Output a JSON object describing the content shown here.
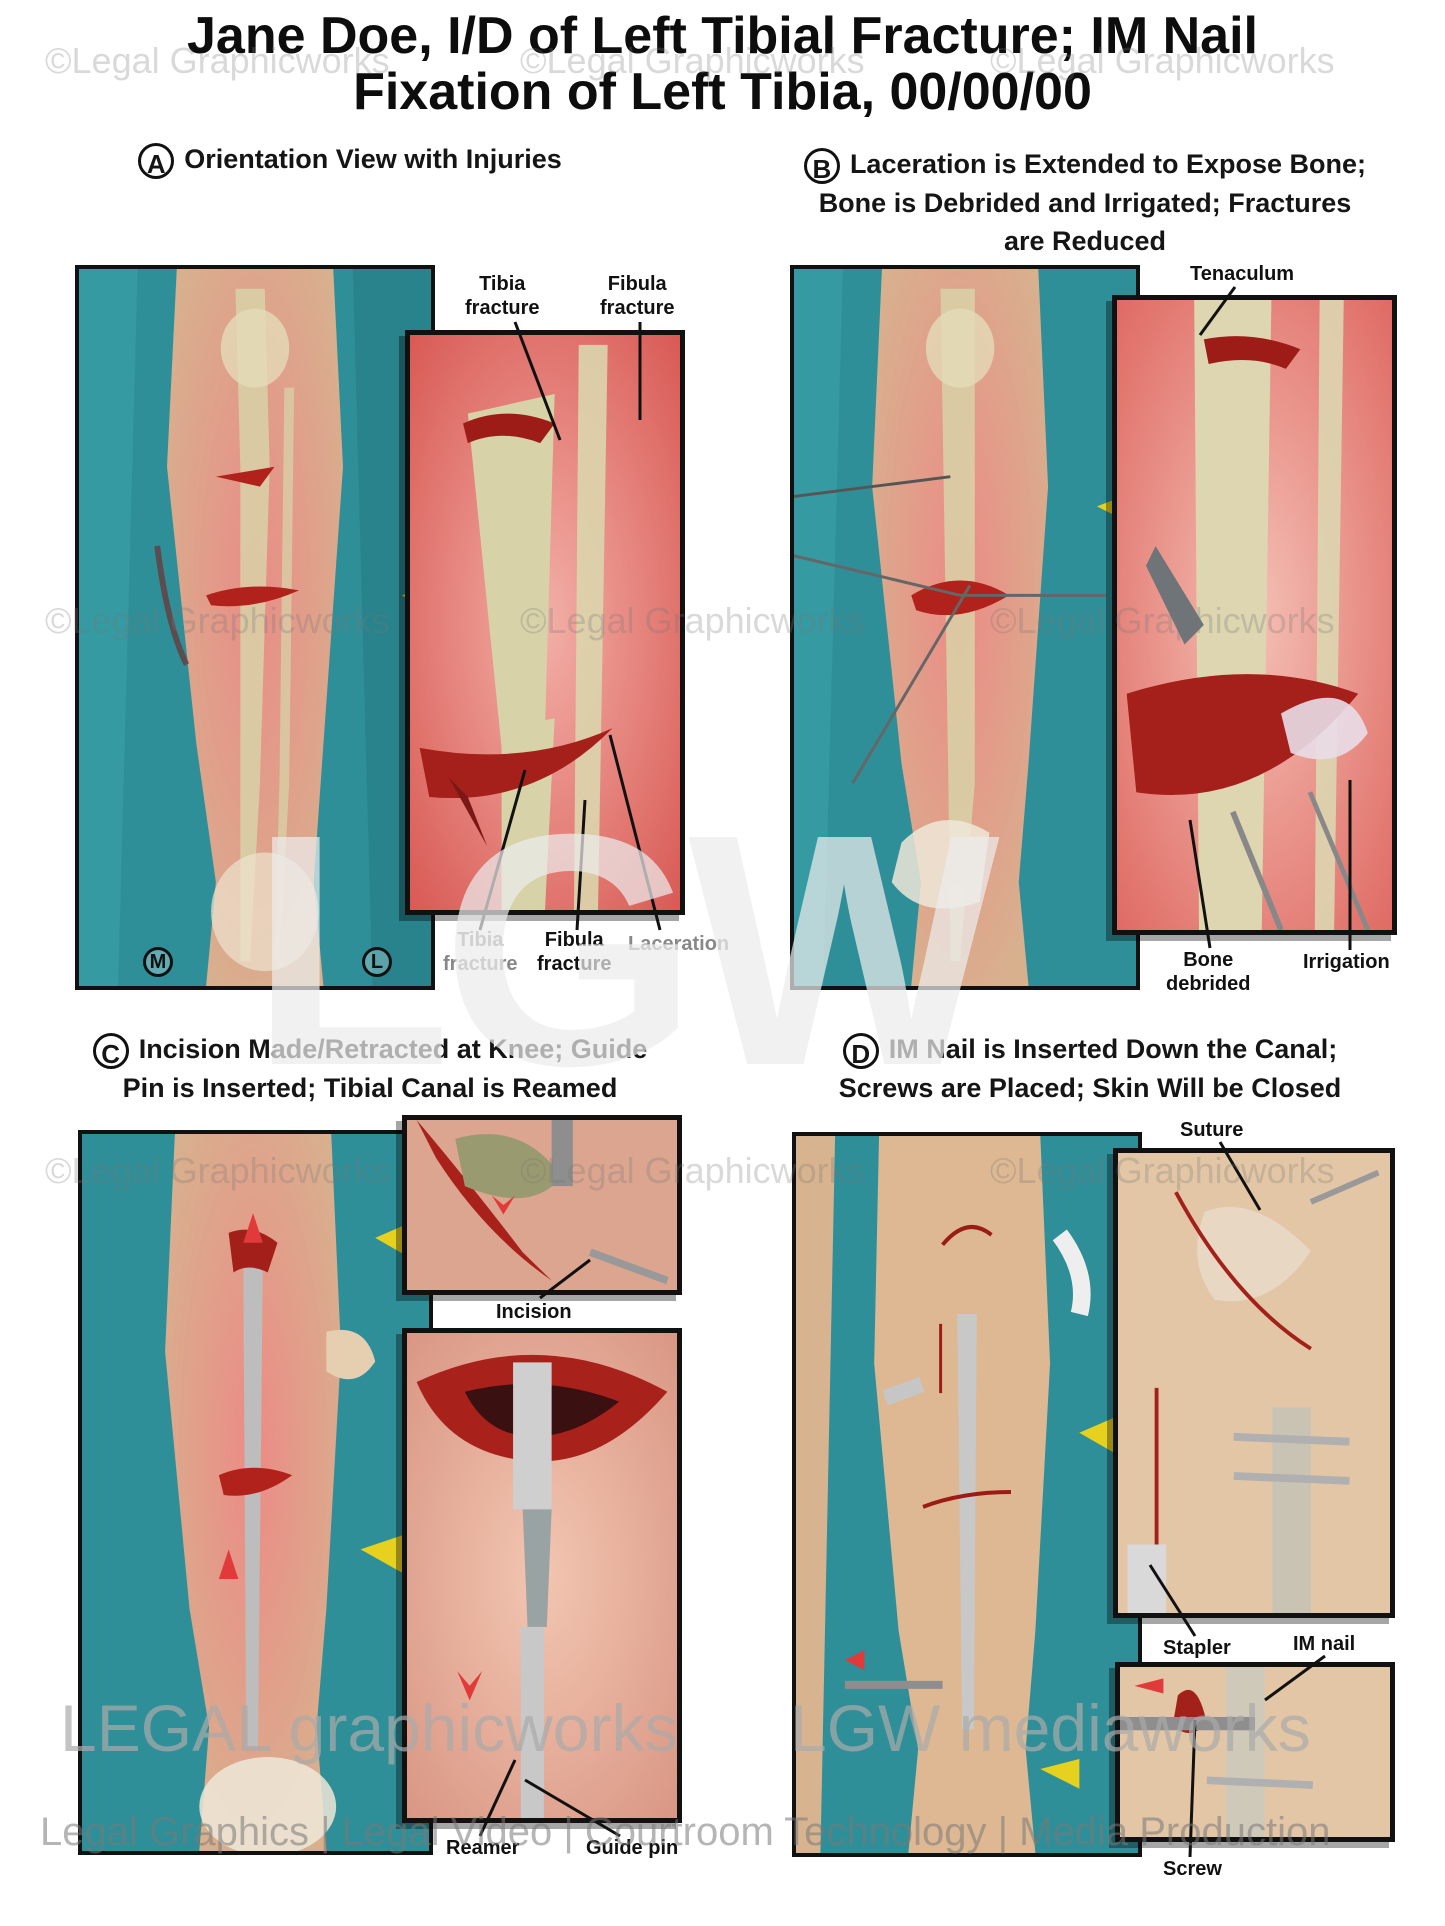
{
  "title": {
    "line1": "Jane Doe, I/D of Left Tibial Fracture; IM Nail",
    "line2": "Fixation of Left Tibia, 00/00/00"
  },
  "panels": {
    "a": {
      "letter": "A",
      "heading": "Orientation View with Injuries",
      "labels": {
        "tibia_fracture": [
          "Tibia",
          "fracture"
        ],
        "fibula_fracture_top": [
          "Fibula",
          "fracture"
        ],
        "tibia_fracture_bottom": [
          "Tibia",
          "fracture"
        ],
        "fibula_fracture_bottom": [
          "Fibula",
          "fracture"
        ],
        "laceration": "Laceration",
        "medial": "M",
        "lateral": "L"
      }
    },
    "b": {
      "letter": "B",
      "heading_lines": [
        "Laceration is Extended to Expose Bone;",
        "Bone is Debrided and Irrigated; Fractures",
        "are Reduced"
      ],
      "labels": {
        "tenaculum": "Tenaculum",
        "bone_debrided": [
          "Bone",
          "debrided"
        ],
        "irrigation": "Irrigation"
      }
    },
    "c": {
      "letter": "C",
      "heading_lines": [
        "Incision Made/Retracted at Knee; Guide",
        "Pin is Inserted; Tibial Canal is Reamed"
      ],
      "labels": {
        "incision": "Incision",
        "reamer": "Reamer",
        "guide_pin": "Guide pin"
      }
    },
    "d": {
      "letter": "D",
      "heading_lines": [
        "IM Nail is Inserted Down the Canal;",
        "Screws are Placed; Skin Will be Closed"
      ],
      "labels": {
        "suture": "Suture",
        "stapler": "Stapler",
        "im_nail": "IM nail",
        "screw": "Screw"
      }
    }
  },
  "watermark": {
    "text": "©Legal Graphicworks",
    "big": "LGW",
    "brand_left": "LEGAL graphicworks",
    "brand_right": "LGW mediaworks",
    "tagline": "Legal Graphics | Legal Video | Courtroom Technology | Media Production"
  },
  "colors": {
    "drape": "#2f8f98",
    "skin": "#d9b48f",
    "bone": "#d8d2a8",
    "wound": "#b1221c",
    "inflammation": "#e57d77"
  }
}
